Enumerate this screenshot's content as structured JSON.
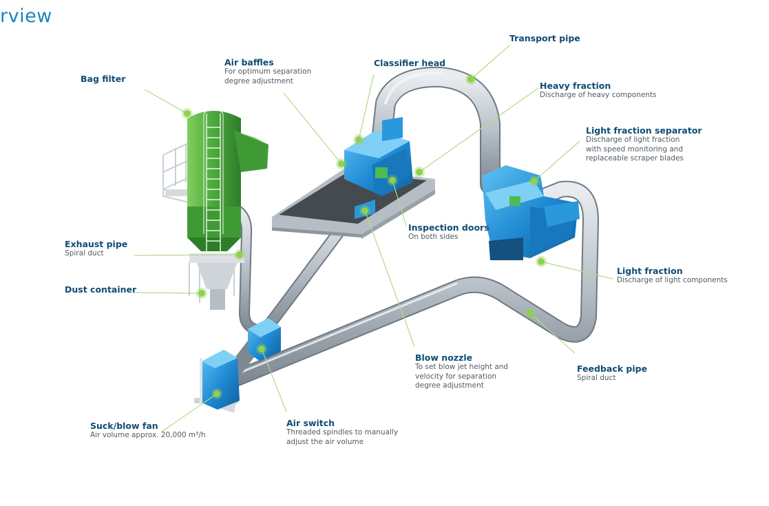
{
  "title": "rview",
  "colors": {
    "title": "#1a86bb",
    "label_title": "#0f4c74",
    "label_text": "#505a62",
    "leader_line": "#b5d989",
    "callout_dot": "#8fd14f",
    "machine_blue": "#1e88d2",
    "filter_green": "#4aa83c",
    "pipe_silver": "#b6bdc5"
  },
  "labels": [
    {
      "id": "bag-filter",
      "title": "Bag filter",
      "lines": []
    },
    {
      "id": "air-baffles",
      "title": "Air baffles",
      "lines": [
        "For optimum separation",
        "degree adjustment"
      ]
    },
    {
      "id": "classifier-head",
      "title": "Classifier head",
      "lines": []
    },
    {
      "id": "transport-pipe",
      "title": "Transport pipe",
      "lines": []
    },
    {
      "id": "heavy-fraction",
      "title": "Heavy fraction",
      "lines": [
        "Discharge of heavy components"
      ]
    },
    {
      "id": "light-fraction-separator",
      "title": "Light fraction separator",
      "lines": [
        "Discharge of light fraction",
        "with speed monitoring and",
        "replaceable scraper blades"
      ]
    },
    {
      "id": "inspection-doors",
      "title": "Inspection doors",
      "lines": [
        "On both sides"
      ]
    },
    {
      "id": "exhaust-pipe",
      "title": "Exhaust pipe",
      "lines": [
        "Spiral duct"
      ]
    },
    {
      "id": "light-fraction",
      "title": "Light fraction",
      "lines": [
        "Discharge of light components"
      ]
    },
    {
      "id": "dust-container",
      "title": "Dust container",
      "lines": []
    },
    {
      "id": "blow-nozzle",
      "title": "Blow nozzle",
      "lines": [
        "To set blow jet height and",
        "velocity for separation",
        "degree adjustment"
      ]
    },
    {
      "id": "feedback-pipe",
      "title": "Feedback pipe",
      "lines": [
        "Spiral duct"
      ]
    },
    {
      "id": "suck-blow-fan",
      "title": "Suck/blow fan",
      "lines": [
        "Air volume approx. 20,000 m³/h"
      ]
    },
    {
      "id": "air-switch",
      "title": "Air switch",
      "lines": [
        "Threaded spindles to manually",
        "adjust the air volume"
      ]
    }
  ]
}
